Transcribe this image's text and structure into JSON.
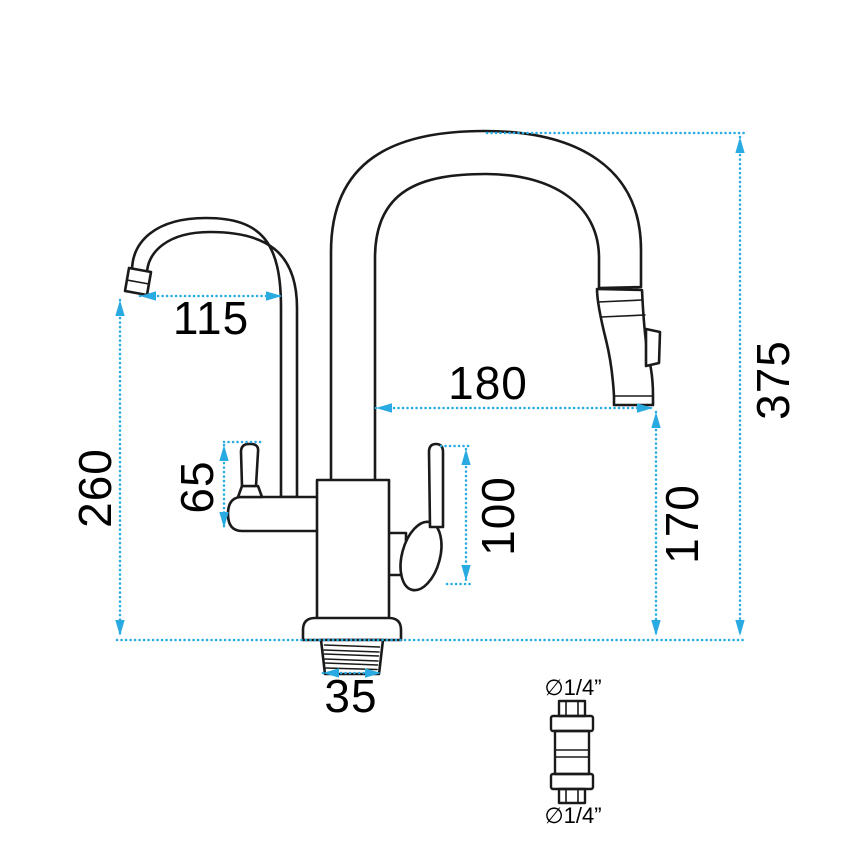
{
  "drawing": {
    "subject_label": "kitchen faucet technical dimension drawing",
    "colors": {
      "line": "#1a1a1a",
      "dimension": "#29ABE2",
      "background": "#ffffff"
    },
    "dimensions": {
      "small_spout_reach": "115",
      "main_spout_reach": "180",
      "overall_height": "375",
      "small_spout_height": "260",
      "left_handle_height": "65",
      "right_handle_height": "100",
      "spray_outlet_height": "170",
      "base_thread_width": "35"
    },
    "connector": {
      "top_label": "∅1/4”",
      "bottom_label": "∅1/4”"
    }
  }
}
